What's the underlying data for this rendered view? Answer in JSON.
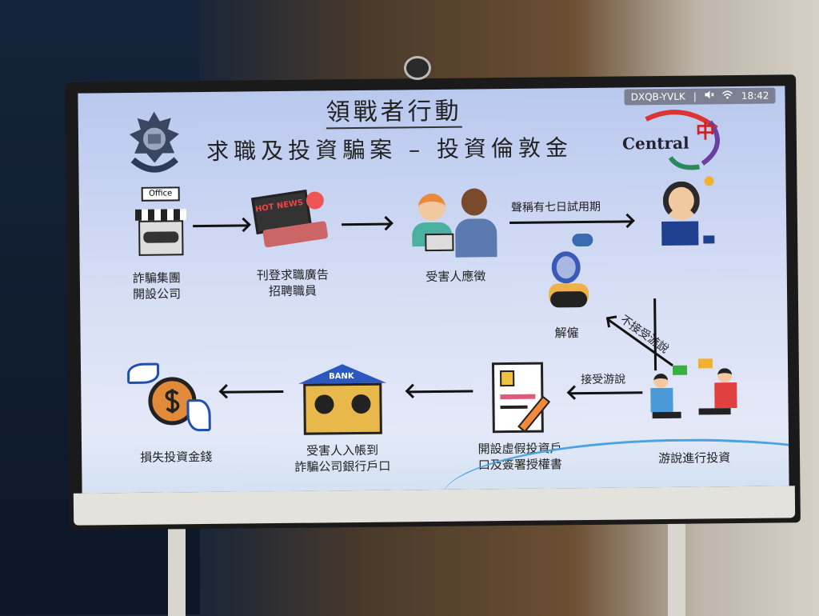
{
  "status": {
    "device_id": "DXQB-YVLK",
    "separator": "|",
    "time": "18:42",
    "icons": [
      "mute-icon",
      "wifi-icon"
    ]
  },
  "slide": {
    "title": "領戰者行動",
    "subtitle": "求職及投資騙案 – 投資倫敦金",
    "brand_text": "Central",
    "brand_char": "中",
    "nodes": [
      {
        "line1": "詐騙集團",
        "line2": "開設公司",
        "icon": "office-icon",
        "icon_text": "Office"
      },
      {
        "line1": "刊登求職廣告",
        "line2": "招聘職員",
        "icon": "laptop-job-ad-icon",
        "icon_text": "HOT NEWS"
      },
      {
        "line1": "受害人應徵",
        "line2": "",
        "icon": "job-interview-icon"
      },
      {
        "line1": "",
        "line2": "",
        "icon": "woman-laptop-icon"
      },
      {
        "line1": "解僱",
        "line2": "",
        "icon": "sad-person-icon"
      },
      {
        "line1": "游說進行投資",
        "line2": "",
        "icon": "meeting-icon"
      },
      {
        "line1": "開設虛假投資戶",
        "line2": "口及簽署授權書",
        "icon": "document-sign-icon"
      },
      {
        "line1": "受害人入帳到",
        "line2": "詐騙公司銀行戶口",
        "icon": "bank-icon",
        "icon_text": "BANK"
      },
      {
        "line1": "損失投資金錢",
        "line2": "",
        "icon": "flying-money-icon"
      }
    ],
    "arrow_labels": {
      "trial": "聲稱有七日試用期",
      "reject": "不接受游說",
      "accept": "接受游說"
    }
  },
  "colors": {
    "screen_bg": "#c9d4f2",
    "accent_blue": "#4aa3e0"
  }
}
